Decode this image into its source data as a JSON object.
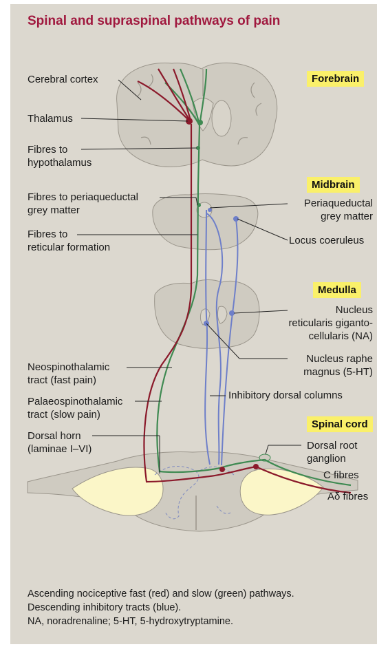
{
  "title": "Spinal and supraspinal pathways of pain",
  "regions": {
    "forebrain": "Forebrain",
    "midbrain": "Midbrain",
    "medulla": "Medulla",
    "spinal_cord": "Spinal cord"
  },
  "labels": {
    "cerebral_cortex": "Cerebral cortex",
    "thalamus": "Thalamus",
    "fibres_hypo_1": "Fibres to",
    "fibres_hypo_2": "hypothalamus",
    "fibres_pag_1": "Fibres to periaqueductal",
    "fibres_pag_2": "grey matter",
    "fibres_ret_1": "Fibres to",
    "fibres_ret_2": "reticular formation",
    "pag_1": "Periaqueductal",
    "pag_2": "grey matter",
    "locus": "Locus coeruleus",
    "nrg_1": "Nucleus",
    "nrg_2": "reticularis giganto-",
    "nrg_3": "cellularis (NA)",
    "nrm_1": "Nucleus raphe",
    "nrm_2": "magnus (5-HT)",
    "neo_1": "Neospinothalamic",
    "neo_2": "tract (fast pain)",
    "palaeo_1": "Palaeospinothalamic",
    "palaeo_2": "tract (slow pain)",
    "inhib": "Inhibitory dorsal columns",
    "dorsal_horn_1": "Dorsal horn",
    "dorsal_horn_2": "(laminae I–VI)",
    "drg_1": "Dorsal root",
    "drg_2": "ganglion",
    "c_fibres": "C fibres",
    "ad_fibres": "Aδ fibres"
  },
  "caption": [
    "Ascending nociceptive fast (red) and slow (green) pathways.",
    "Descending inhibitory tracts (blue).",
    "NA, noradrenaline; 5-HT, 5-hydroxytryptamine."
  ],
  "colors": {
    "fast_pathway": "#8b1a2b",
    "slow_pathway": "#3f8a52",
    "inhibitory": "#6e7fc9",
    "tissue": "#cfcbc1",
    "grey_matter": "#fbf6c8",
    "title": "#a0183e",
    "region_label_bg": "#faf06a"
  }
}
